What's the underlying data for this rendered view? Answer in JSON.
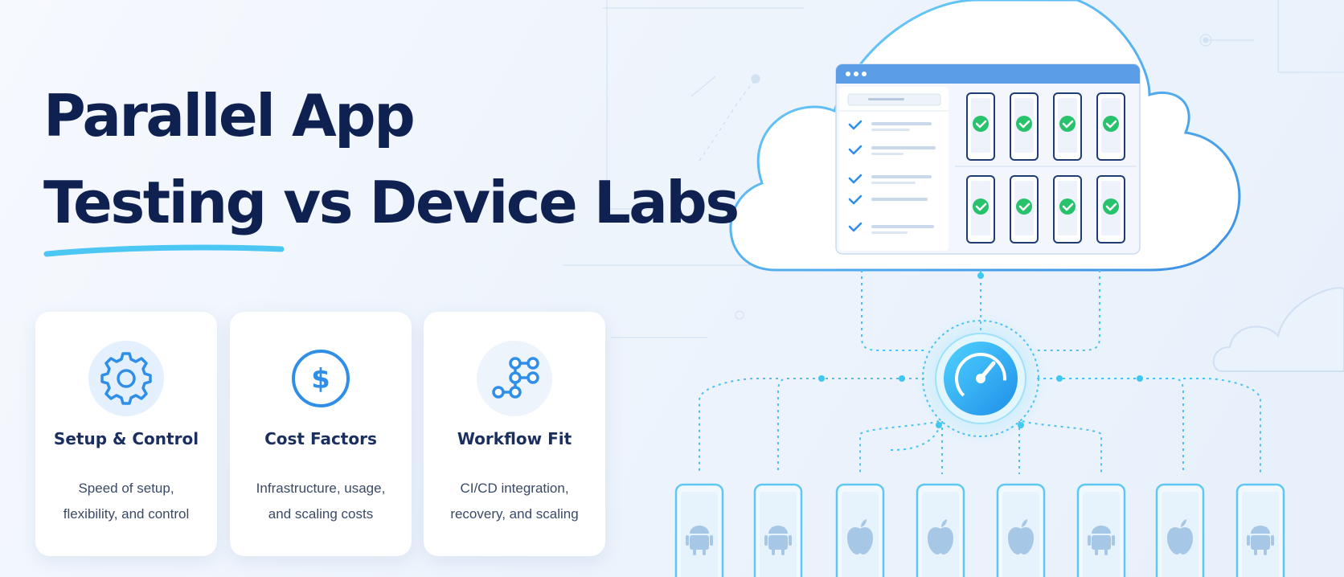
{
  "title": {
    "line1": "Parallel App",
    "line2": "Testing vs Device Labs"
  },
  "cards": [
    {
      "icon": "gear-icon",
      "title": "Setup & Control",
      "desc_line1": "Speed of setup,",
      "desc_line2": "flexibility, and control"
    },
    {
      "icon": "dollar-icon",
      "title": "Cost Factors",
      "desc_line1": "Infrastructure, usage,",
      "desc_line2": "and scaling costs"
    },
    {
      "icon": "workflow-icon",
      "title": "Workflow Fit",
      "desc_line1": "CI/CD integration,",
      "desc_line2": "recovery, and scaling"
    }
  ],
  "devices": [
    "android",
    "android",
    "apple",
    "apple",
    "apple",
    "android",
    "apple",
    "android"
  ],
  "colors": {
    "title": "#0f2151",
    "accent": "#2f8fe8",
    "cyan": "#3ec7f0",
    "check": "#27c26b"
  }
}
